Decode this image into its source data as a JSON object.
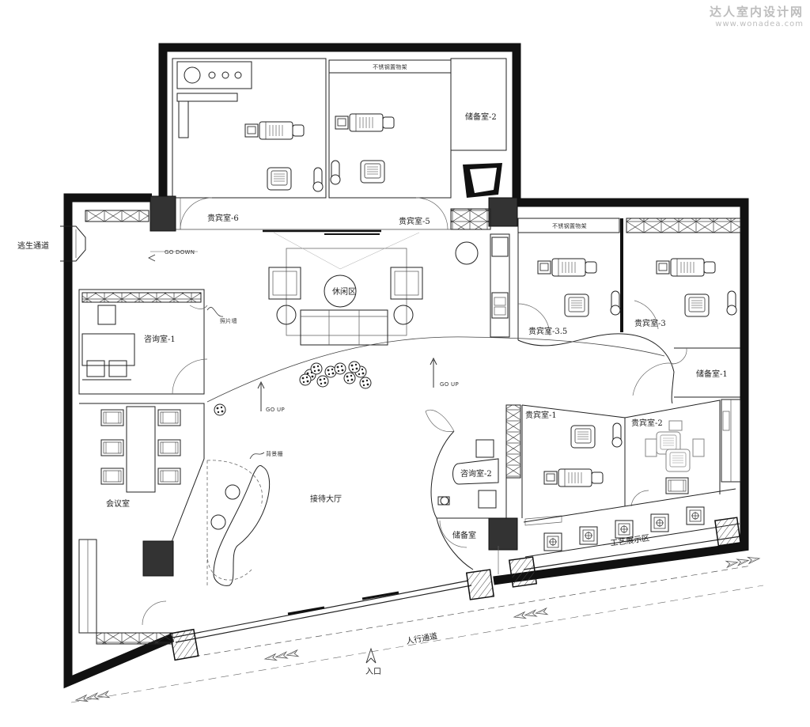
{
  "watermark": {
    "name": "达人室内设计网",
    "url": "www.wonadea.com"
  },
  "rooms": {
    "vip6": "贵宾室-6",
    "vip5": "贵宾室-5",
    "vip35": "贵宾室-3.5",
    "vip3": "贵宾室-3",
    "vip1": "贵宾室-1",
    "vip2": "贵宾室-2",
    "storage2": "储备室-2",
    "storage1": "储备室-1",
    "storage": "储备室",
    "consult1": "咨询室-1",
    "consult2": "咨询室-2",
    "meeting": "会议室",
    "lounge": "休闲区",
    "lobby": "接待大厅",
    "craft": "工艺展示区"
  },
  "labels": {
    "shelf_a": "不锈钢置物架",
    "shelf_b": "不锈钢置物架",
    "photo_wall": "照片墙",
    "backdrop": "背景栅",
    "escape": "逃生通道",
    "walkway": "人行通道",
    "entrance": "入口",
    "go_down": "GO DOWN",
    "go_up_1": "GO UP",
    "go_up_2": "GO UP"
  },
  "colors": {
    "wall": "#111111",
    "line": "#222222",
    "watermark": "#bdbdbd"
  }
}
